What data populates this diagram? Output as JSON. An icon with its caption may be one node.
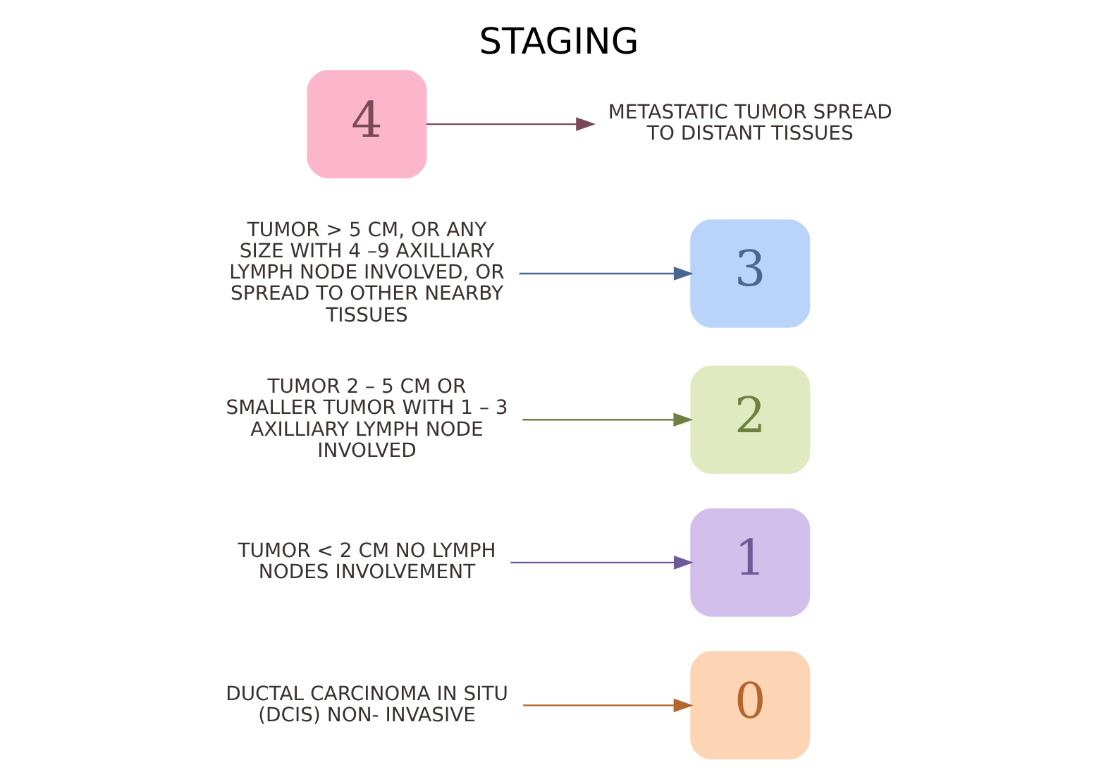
{
  "diagram": {
    "title": "STAGING",
    "nodes": [
      {
        "text": [
          "0"
        ]
      },
      {
        "text": [
          "1"
        ]
      },
      {
        "text": [
          "2"
        ]
      },
      {
        "text": [
          "3"
        ]
      },
      {
        "text": [
          "4"
        ]
      },
      {
        "text": [
          "DUCTAL CARCINOMA IN SITU (DCIS) NON- INVASIVE"
        ]
      },
      {
        "text": [
          "TUMOR < 2 CM NO LYMPH NODES INVOLVEMENT"
        ]
      },
      {
        "text": [
          "TUMOR 2 – 5 CM OR SMALLER TUMOR WITH 1 – 3 AXILLIARY LYMPH NODE INVOLVED"
        ]
      },
      {
        "text": [
          "TUMOR > 5 CM, OR ANY SIZE WITH 4 –9 AXILLIARY LYMPH NODE INVOLVED, OR SPREAD TO OTHER NEARBY TISSUES"
        ]
      },
      {
        "text": [
          "METASTATIC TUMOR SPREAD TO DISTANT TISSUES"
        ]
      }
    ],
    "edges": [
      {
        "from": 5,
        "to": 0,
        "arrow": "to",
        "color": "#b5652e"
      },
      {
        "from": 6,
        "to": 1,
        "arrow": "to",
        "color": "#6e5a96"
      },
      {
        "from": 7,
        "to": 2,
        "arrow": "to",
        "color": "#6f8040"
      },
      {
        "from": 8,
        "to": 3,
        "arrow": "to",
        "color": "#4a6590"
      },
      {
        "from": 4,
        "to": 9,
        "arrow": "to",
        "color": "#7a4a58"
      }
    ]
  }
}
